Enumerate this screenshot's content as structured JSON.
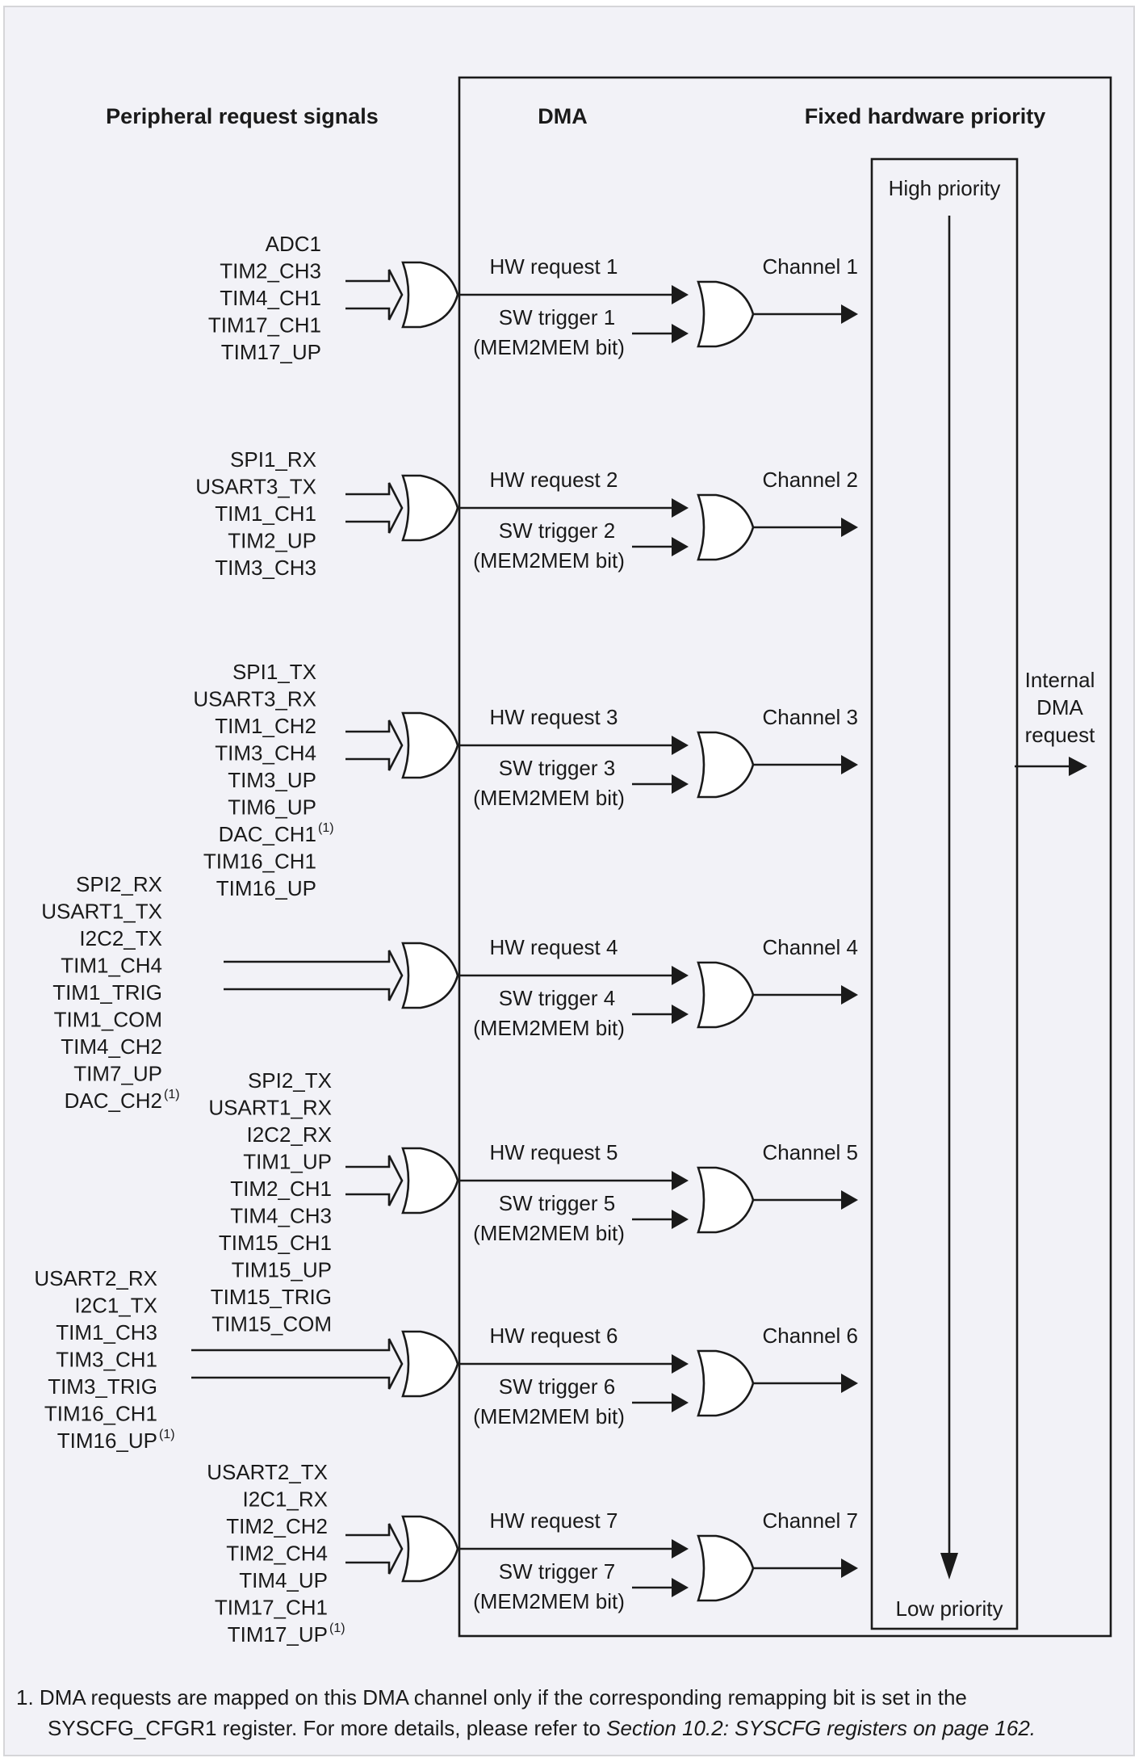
{
  "headers": {
    "peripheral": "Peripheral request signals",
    "dma": "DMA",
    "priority": "Fixed hardware priority"
  },
  "priority": {
    "high": "High priority",
    "low": "Low priority",
    "output": [
      "Internal",
      "DMA",
      "request"
    ]
  },
  "footnote_marker": "(1)",
  "channels": [
    {
      "channel": "Channel 1",
      "hw": "HW request 1",
      "sw": "SW trigger 1",
      "sw_note": "(MEM2MEM bit)",
      "signals": [
        {
          "name": "ADC1"
        },
        {
          "name": "TIM2_CH3"
        },
        {
          "name": "TIM4_CH1"
        },
        {
          "name": "TIM17_CH1"
        },
        {
          "name": "TIM17_UP"
        }
      ]
    },
    {
      "channel": "Channel 2",
      "hw": "HW request 2",
      "sw": "SW trigger 2",
      "sw_note": "(MEM2MEM bit)",
      "signals": [
        {
          "name": "SPI1_RX"
        },
        {
          "name": "USART3_TX"
        },
        {
          "name": "TIM1_CH1"
        },
        {
          "name": "TIM2_UP"
        },
        {
          "name": "TIM3_CH3"
        }
      ]
    },
    {
      "channel": "Channel 3",
      "hw": "HW request 3",
      "sw": "SW trigger 3",
      "sw_note": "(MEM2MEM bit)",
      "signals": [
        {
          "name": "SPI1_TX"
        },
        {
          "name": "USART3_RX"
        },
        {
          "name": "TIM1_CH2"
        },
        {
          "name": "TIM3_CH4"
        },
        {
          "name": "TIM3_UP"
        },
        {
          "name": "TIM6_UP"
        },
        {
          "name": "DAC_CH1",
          "note": "(1)"
        },
        {
          "name": "TIM16_CH1"
        },
        {
          "name": "TIM16_UP"
        }
      ]
    },
    {
      "channel": "Channel 4",
      "hw": "HW request 4",
      "sw": "SW trigger 4",
      "sw_note": "(MEM2MEM bit)",
      "signals": [
        {
          "name": "SPI2_RX"
        },
        {
          "name": "USART1_TX"
        },
        {
          "name": "I2C2_TX"
        },
        {
          "name": "TIM1_CH4"
        },
        {
          "name": "TIM1_TRIG"
        },
        {
          "name": "TIM1_COM"
        },
        {
          "name": "TIM4_CH2"
        },
        {
          "name": "TIM7_UP"
        },
        {
          "name": "DAC_CH2",
          "note": "(1)"
        }
      ]
    },
    {
      "channel": "Channel 5",
      "hw": "HW request 5",
      "sw": "SW trigger 5",
      "sw_note": "(MEM2MEM bit)",
      "signals": [
        {
          "name": "SPI2_TX"
        },
        {
          "name": "USART1_RX"
        },
        {
          "name": "I2C2_RX"
        },
        {
          "name": "TIM1_UP"
        },
        {
          "name": "TIM2_CH1"
        },
        {
          "name": "TIM4_CH3"
        },
        {
          "name": "TIM15_CH1"
        },
        {
          "name": "TIM15_UP"
        },
        {
          "name": "TIM15_TRIG"
        },
        {
          "name": "TIM15_COM"
        }
      ]
    },
    {
      "channel": "Channel 6",
      "hw": "HW request 6",
      "sw": "SW trigger 6",
      "sw_note": "(MEM2MEM bit)",
      "signals": [
        {
          "name": "USART2_RX"
        },
        {
          "name": "I2C1_TX"
        },
        {
          "name": "TIM1_CH3"
        },
        {
          "name": "TIM3_CH1"
        },
        {
          "name": "TIM3_TRIG"
        },
        {
          "name": "TIM16_CH1"
        },
        {
          "name": "TIM16_UP",
          "note": "(1)"
        }
      ]
    },
    {
      "channel": "Channel 7",
      "hw": "HW request 7",
      "sw": "SW trigger 7",
      "sw_note": "(MEM2MEM bit)",
      "signals": [
        {
          "name": "USART2_TX"
        },
        {
          "name": "I2C1_RX"
        },
        {
          "name": "TIM2_CH2"
        },
        {
          "name": "TIM2_CH4"
        },
        {
          "name": "TIM4_UP"
        },
        {
          "name": "TIM17_CH1"
        },
        {
          "name": "TIM17_UP",
          "note": "(1)"
        }
      ]
    }
  ],
  "footnote": {
    "number": "1.",
    "line1": "DMA requests are mapped on this DMA channel only if the corresponding remapping bit is set in the",
    "line2_plain": "SYSCFG_CFGR1 register. For more details, please refer to ",
    "line2_ref": "Section 10.2: SYSCFG registers on page 162."
  }
}
